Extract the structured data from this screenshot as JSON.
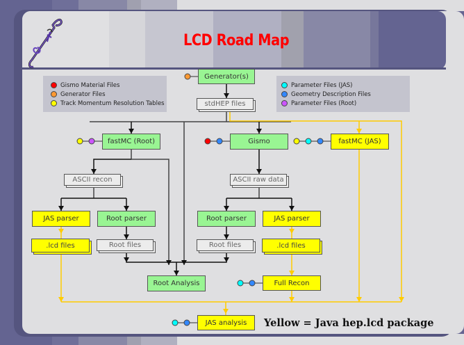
{
  "title": "LCD Road Map",
  "logo": "slac-sketch-logo",
  "legend_left": [
    {
      "label": "Gismo Material Files",
      "color": "#ff0000"
    },
    {
      "label": "Generator Files",
      "color": "#ff9933"
    },
    {
      "label": "Track Momentum Resolution Tables",
      "color": "#ffff00"
    }
  ],
  "legend_right": [
    {
      "label": "Parameter Files (JAS)",
      "color": "#00ffff"
    },
    {
      "label": "Geometry Description Files",
      "color": "#3388ff"
    },
    {
      "label": "Parameter Files (Root)",
      "color": "#cc55ff"
    }
  ],
  "nodes": {
    "generators": "Generator(s)",
    "stdhep_files": "stdHEP files",
    "fastmc_root": "fastMC (Root)",
    "gismo": "Gismo",
    "fastmc_jas": "fastMC (JAS)",
    "ascii_recon": "ASCII recon",
    "ascii_raw_data": "ASCII raw data",
    "jas_parser_left": "JAS parser",
    "root_parser_left": "Root parser",
    "root_parser_right": "Root parser",
    "jas_parser_right": "JAS parser",
    "lcd_files_left": ".lcd files",
    "root_files_left": "Root files",
    "root_files_right": "Root files",
    "lcd_files_right": ".lcd files",
    "root_analysis": "Root Analysis",
    "full_recon": "Full Recon",
    "jas_analysis": "JAS analysis"
  },
  "inputs": {
    "generators": [
      "#ff9933"
    ],
    "fastmc_root": [
      "#ffff00",
      "#cc55ff"
    ],
    "gismo": [
      "#ff0000",
      "#3388ff"
    ],
    "fastmc_jas": [
      "#ffff00",
      "#00ffff",
      "#3388ff"
    ],
    "full_recon": [
      "#00ffff",
      "#3388ff"
    ],
    "jas_analysis": [
      "#00ffff",
      "#3388ff"
    ]
  },
  "colors": {
    "java_flow": "#ffcc00",
    "root_flow": "#555555",
    "green_node": "#99f593",
    "yellow_node": "#ffff00",
    "title": "#ff0000"
  },
  "footnote": "Yellow = Java hep.lcd package"
}
